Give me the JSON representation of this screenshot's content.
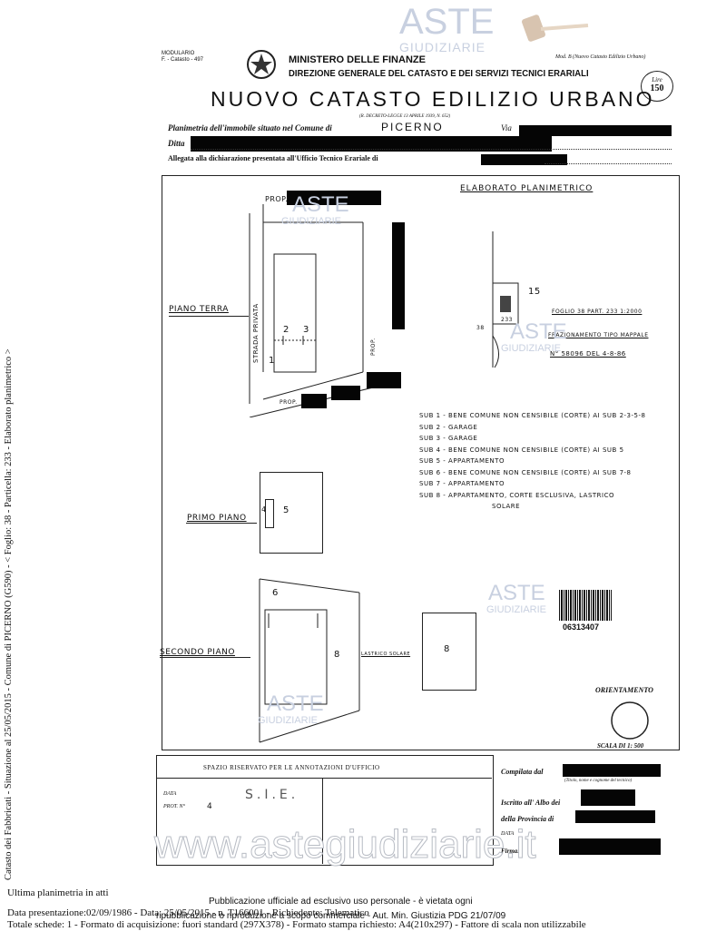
{
  "header": {
    "top_left_small": "MODULARIO\nF. - Catasto - 497",
    "ministry": "MINISTERO DELLE FINANZE",
    "direction": "DIREZIONE GENERALE DEL CATASTO E DEI SERVIZI TECNICI ERARIALI",
    "model": "Mod. B (Nuovo Catasto Edilizio Urbano)",
    "main_title": "NUOVO CATASTO EDILIZIO URBANO",
    "decree": "(R. DECRETO-LEGGE 13 APRILE 1939, N. 652)",
    "stamp_top": "Lire",
    "stamp_value": "150"
  },
  "form_fields": {
    "planimetria_label": "Planimetria dell'immobile situato nel Comune di",
    "comune_value": "PICERNO",
    "via_label": "Via",
    "ditta_label": "Ditta",
    "allegata_label": "Allegata alla dichiarazione presentata all'Ufficio Tecnico Erariale di"
  },
  "drawing": {
    "title": "ELABORATO PLANIMETRICO",
    "prop_top": "PROP.",
    "prop_right": "PROP.",
    "prop_bottom": "PROP.",
    "strada": "STRADA PRIVATA",
    "piano_terra": "PIANO TERRA",
    "primo_piano": "PRIMO PIANO",
    "secondo_piano": "SECONDO PIANO",
    "lastrico": "LASTRICO SOLARE",
    "foglio_text": "FOGLIO 38  PART. 233  1:2000",
    "frazionamento_text": "FRAZIONAMENTO TIPO MAPPALE",
    "n_text": "N° 58096  DEL  4-8-86",
    "map_num_15": "15",
    "map_num_233": "233",
    "map_num_38": "38",
    "pt_label_2": "2",
    "pt_label_3": "3",
    "pt_label_1": "1",
    "pp_label_4": "4",
    "pp_label_5": "5",
    "sp_label_6": "6",
    "sp_label_8": "8",
    "sp_label_8b": "8",
    "orientamento": "ORIENTAMENTO",
    "scala": "SCALA DI 1: 500",
    "barcode_number": "06313407",
    "subs": [
      "SUB 1 - BENE COMUNE NON CENSIBILE (CORTE) AI SUB 2-3-5-8",
      "SUB 2 - GARAGE",
      "SUB 3 - GARAGE",
      "SUB 4 - BENE COMUNE NON CENSIBILE (CORTE) AI SUB 5",
      "SUB 5 - APPARTAMENTO",
      "SUB 6 - BENE COMUNE NON CENSIBILE (CORTE) AI SUB 7-8",
      "SUB 7 - APPARTAMENTO",
      "SUB 8 - APPARTAMENTO, CORTE ESCLUSIVA, LASTRICO",
      "SOLARE"
    ]
  },
  "footer_box": {
    "spazio": "SPAZIO RISERVATO PER LE ANNOTAZIONI D'UFFICIO",
    "data_label": "DATA",
    "prot_label": "PROT. N°",
    "prot_value": "4",
    "stamp": "S.I.E.",
    "compilata": "Compilata dal",
    "titolo": "(Titolo, nome e cognome del tecnico)",
    "iscritto": "Iscritto all' Albo dei",
    "provincia": "della Provincia di",
    "data2": "DATA",
    "firma": "Firma:"
  },
  "side_text": "Catasto dei Fabbricati - Situazione al 25/05/2015 - Comune di PICERNO (G590) - < Foglio: 38 - Particella: 233 - Elaborato planimetrico >",
  "bottom": {
    "ultima": "Ultima planimetria in atti",
    "pubblicazione1": "Pubblicazione ufficiale ad esclusivo uso personale - è vietata ogni",
    "pubblicazione2": "ripubblicazione o riproduzione a scopo commerciale - Aut. Min. Giustizia PDG 21/07/09",
    "line1": "Data presentazione:02/09/1986 - Data: 25/05/2015 - n. T166001 - Richiedente: Telematico",
    "line2": "Totale schede: 1 - Formato di acquisizione: fuori standard (297X378) - Formato stampa richiesto: A4(210x297) - Fattore di scala non utilizzabile"
  },
  "watermark": {
    "aste": "ASTE",
    "giudiziarie": "GIUDIZIARIE",
    "url": "www.astegiudiziarie.it"
  }
}
